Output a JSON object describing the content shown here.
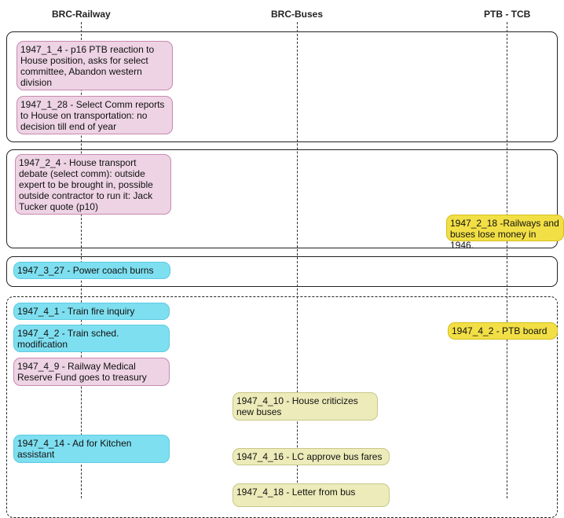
{
  "lanes": [
    {
      "title": "BRC-Railway"
    },
    {
      "title": "BRC-Buses"
    },
    {
      "title": "PTB - TCB"
    }
  ],
  "events": [
    {
      "text": "1947_1_4 - p16 PTB reaction to House position, asks for select committee, Abandon western division",
      "color": "pink"
    },
    {
      "text": "1947_1_28 - Select Comm reports to House on transportation: no decision till end of year",
      "color": "pink"
    },
    {
      "text": "1947_2_4 - House transport debate (select comm): outside expert to be brought in, possible outside contractor to run it: Jack Tucker quote (p10)",
      "color": "pink"
    },
    {
      "text": "1947_2_18 -Railways and buses lose money in 1946.",
      "color": "gold"
    },
    {
      "text": "1947_3_27 - Power coach burns",
      "color": "cyan"
    },
    {
      "text": "1947_4_1 - Train fire inquiry",
      "color": "cyan"
    },
    {
      "text": "1947_4_2 - Train sched. modification",
      "color": "cyan"
    },
    {
      "text": "1947_4_2 - PTB board",
      "color": "gold"
    },
    {
      "text": "1947_4_9 - Railway Medical Reserve Fund goes to treasury",
      "color": "pink"
    },
    {
      "text": "1947_4_10 - House criticizes new buses",
      "color": "olive"
    },
    {
      "text": "1947_4_14 - Ad for Kitchen assistant",
      "color": "cyan"
    },
    {
      "text": "1947_4_16 - LC approve bus fares",
      "color": "olive"
    },
    {
      "text": "1947_4_18 - Letter from bus",
      "color": "olive"
    }
  ],
  "colors": {
    "pink": "#edd3e4",
    "cyan": "#7edff0",
    "olive": "#ecebb9",
    "gold": "#f2df46"
  }
}
